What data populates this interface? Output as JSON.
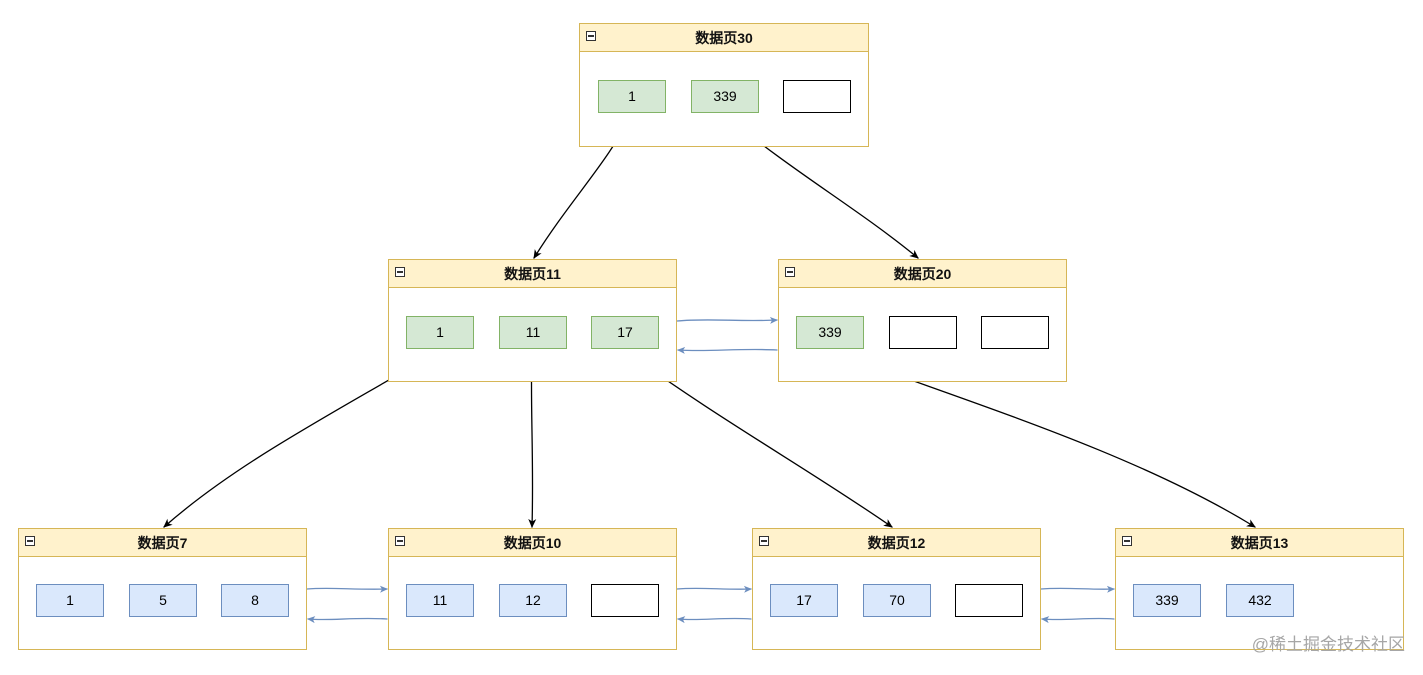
{
  "diagram": {
    "pages": {
      "p30": {
        "title": "数据页30",
        "cells": [
          "1",
          "339",
          ""
        ]
      },
      "p11": {
        "title": "数据页11",
        "cells": [
          "1",
          "11",
          "17"
        ]
      },
      "p20": {
        "title": "数据页20",
        "cells": [
          "339",
          "",
          ""
        ]
      },
      "p7": {
        "title": "数据页7",
        "cells": [
          "1",
          "5",
          "8"
        ]
      },
      "p10": {
        "title": "数据页10",
        "cells": [
          "11",
          "12",
          ""
        ]
      },
      "p12": {
        "title": "数据页12",
        "cells": [
          "17",
          "70",
          ""
        ]
      },
      "p13": {
        "title": "数据页13",
        "cells": [
          "339",
          "432"
        ]
      }
    },
    "colors": {
      "header_fill": "#fff2cc",
      "page_border": "#d6b656",
      "internal_cell_fill": "#d5e8d4",
      "internal_cell_border": "#82b366",
      "leaf_cell_fill": "#dae8fc",
      "leaf_cell_border": "#6c8ebf",
      "pointer_arrow": "#000000",
      "sibling_arrow": "#6c8ebf"
    }
  },
  "watermark": "@稀土掘金技术社区"
}
